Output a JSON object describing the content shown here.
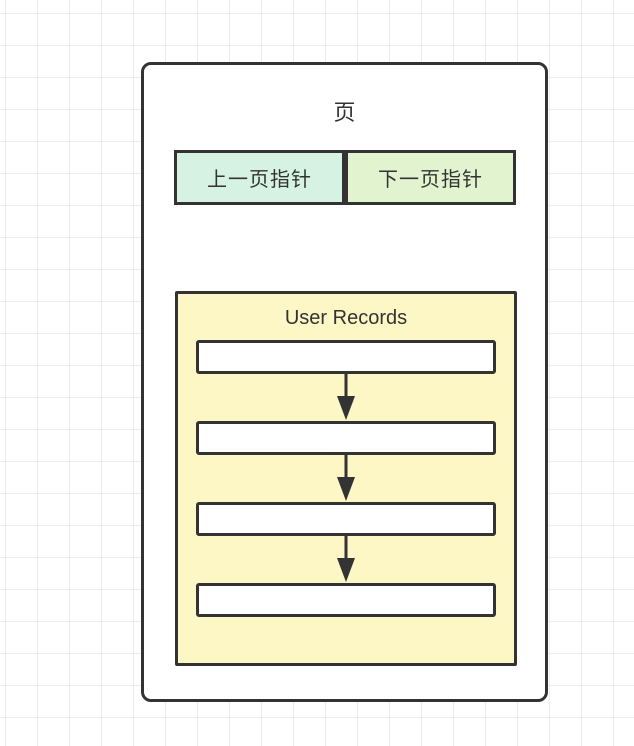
{
  "diagram": {
    "page_title": "页",
    "prev_pointer_label": "上一页指针",
    "next_pointer_label": "下一页指针",
    "records_title": "User Records",
    "record_slot_count": 4
  },
  "colors": {
    "outline": "#333333",
    "prev_fill": "#d5f2e2",
    "next_fill": "#e2f3cf",
    "records_fill": "#fcf7c5",
    "slot_fill": "#ffffff",
    "text": "#333333",
    "grid": "#ececec"
  }
}
